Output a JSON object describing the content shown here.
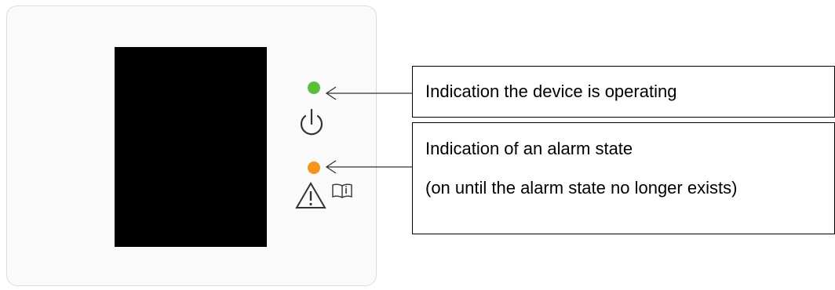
{
  "indicators": [
    {
      "color": "#5bbf3a",
      "icon": "power-icon",
      "callout": "Indication the device is operating"
    },
    {
      "color": "#f7941d",
      "icon": "warning-icon",
      "secondary_icon": "manual-book-icon",
      "callout": "Indication of an alarm state",
      "note": "(on until the alarm state no longer exists)"
    }
  ]
}
